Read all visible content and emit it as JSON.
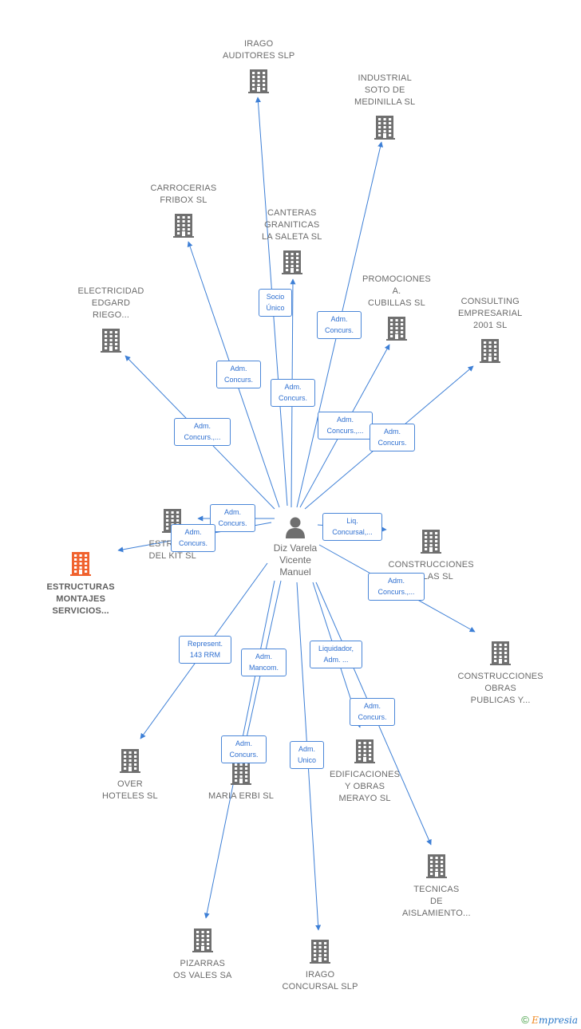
{
  "center": {
    "name": [
      "Diz Varela",
      "Vicente",
      "Manuel"
    ],
    "icon": "person-icon"
  },
  "companies": [
    {
      "id": "irago-auditores",
      "lines": [
        "IRAGO",
        "AUDITORES  SLP"
      ],
      "highlight": false
    },
    {
      "id": "industrial-soto",
      "lines": [
        "INDUSTRIAL",
        "SOTO DE",
        "MEDINILLA SL"
      ],
      "highlight": false
    },
    {
      "id": "carrocerias",
      "lines": [
        "CARROCERIAS",
        "FRIBOX SL"
      ],
      "highlight": false
    },
    {
      "id": "canteras",
      "lines": [
        "CANTERAS",
        "GRANITICAS",
        "LA SALETA SL"
      ],
      "highlight": false
    },
    {
      "id": "electricidad",
      "lines": [
        "ELECTRICIDAD",
        "EDGARD",
        "RIEGO..."
      ],
      "highlight": false
    },
    {
      "id": "promociones",
      "lines": [
        "PROMOCIONES",
        "A.",
        "CUBILLAS SL"
      ],
      "highlight": false
    },
    {
      "id": "consulting",
      "lines": [
        "CONSULTING",
        "EMPRESARIAL",
        "2001 SL"
      ],
      "highlight": false
    },
    {
      "id": "estr-kit",
      "lines": [
        "ESTR",
        "DEL KIT SL"
      ],
      "highlight": false
    },
    {
      "id": "estructuras",
      "lines": [
        "ESTRUCTURAS",
        "MONTAJES",
        "SERVICIOS..."
      ],
      "highlight": true
    },
    {
      "id": "const-cubillas",
      "lines": [
        "CONSTRUCCIONES",
        "BILLAS SL"
      ],
      "highlight": false
    },
    {
      "id": "const-obras",
      "lines": [
        "CONSTRUCCIONES",
        "OBRAS",
        "PUBLICAS Y..."
      ],
      "highlight": false
    },
    {
      "id": "over-hoteles",
      "lines": [
        "OVER",
        "HOTELES SL"
      ],
      "highlight": false
    },
    {
      "id": "maria-erbi",
      "lines": [
        "MARIA ERBI SL"
      ],
      "highlight": false
    },
    {
      "id": "edificaciones",
      "lines": [
        "EDIFICACIONES",
        "Y OBRAS",
        "MERAYO SL"
      ],
      "highlight": false
    },
    {
      "id": "tecnicas",
      "lines": [
        "TECNICAS",
        "DE",
        "AISLAMIENTO..."
      ],
      "highlight": false
    },
    {
      "id": "pizarras",
      "lines": [
        "PIZARRAS",
        "OS VALES SA"
      ],
      "highlight": false
    },
    {
      "id": "irago-concursal",
      "lines": [
        "IRAGO",
        "CONCURSAL SLP"
      ],
      "highlight": false
    }
  ],
  "relations": [
    {
      "target": "canteras",
      "lines": [
        "Socio",
        "Único"
      ]
    },
    {
      "target": "industrial-soto",
      "lines": [
        "Adm.",
        "Concurs."
      ]
    },
    {
      "target": "carrocerias",
      "lines": [
        "Adm.",
        "Concurs."
      ]
    },
    {
      "target": "irago-auditores",
      "lines": [
        "Adm.",
        "Concurs."
      ]
    },
    {
      "target": "electricidad",
      "lines": [
        "Adm.",
        "Concurs.,..."
      ]
    },
    {
      "target": "promociones",
      "lines": [
        "Adm.",
        "Concurs.,..."
      ]
    },
    {
      "target": "consulting",
      "lines": [
        "Adm.",
        "Concurs."
      ]
    },
    {
      "target": "estr-kit",
      "lines": [
        "Adm.",
        "Concurs."
      ]
    },
    {
      "target": "estructuras",
      "lines": [
        "Adm.",
        "Concurs."
      ]
    },
    {
      "target": "const-cubillas",
      "lines": [
        "Liq.",
        "Concursal,..."
      ]
    },
    {
      "target": "const-obras",
      "lines": [
        "Adm.",
        "Concurs.,..."
      ]
    },
    {
      "target": "over-hoteles",
      "lines": [
        "Represent.",
        "143 RRM"
      ]
    },
    {
      "target": "maria-erbi",
      "lines": [
        "Adm.",
        "Mancom."
      ]
    },
    {
      "target": "edificaciones",
      "lines": [
        "Liquidador,",
        "Adm. ..."
      ]
    },
    {
      "target": "tecnicas",
      "lines": [
        "Adm.",
        "Concurs."
      ]
    },
    {
      "target": "pizarras",
      "lines": [
        "Adm.",
        "Concurs."
      ]
    },
    {
      "target": "irago-concursal",
      "lines": [
        "Adm.",
        "Unico"
      ]
    }
  ],
  "colors": {
    "edge": "#3d7fd6",
    "building": "#6f6f6f",
    "highlight": "#f0622e",
    "person": "#6f6f6f"
  },
  "footer": {
    "copyright": "©",
    "brand_first": "E",
    "brand_rest": "mpresia"
  }
}
